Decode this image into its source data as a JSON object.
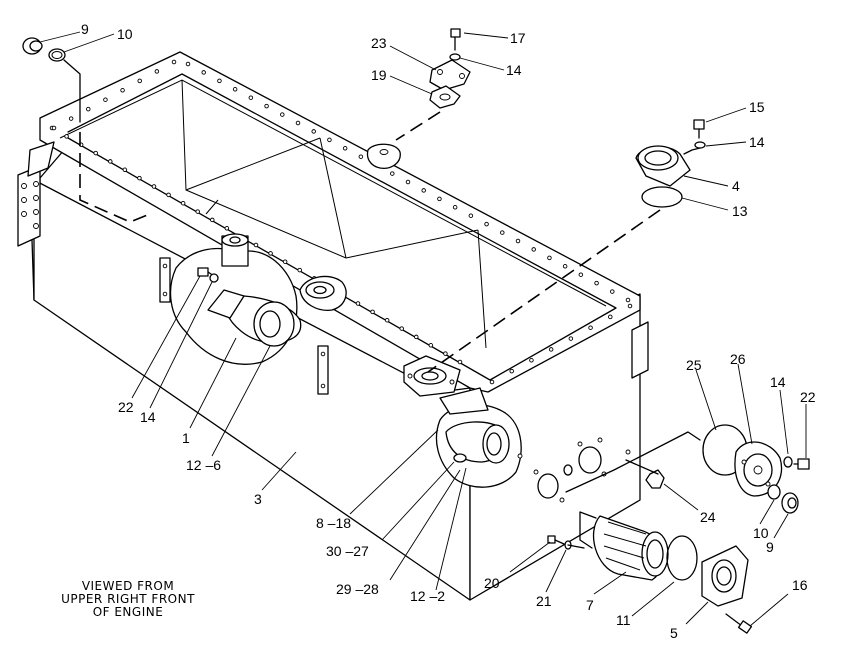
{
  "view_caption": [
    "VIEWED FROM",
    "UPPER RIGHT FRONT",
    "OF ENGINE"
  ],
  "callouts": [
    "9",
    "10",
    "23",
    "17",
    "14",
    "19",
    "15",
    "14",
    "4",
    "13",
    "22",
    "14",
    "1",
    "12 –6",
    "3",
    "8 –18",
    "30 –27",
    "29 –28",
    "12 –2",
    "25",
    "26",
    "14",
    "22",
    "24",
    "10",
    "9",
    "20",
    "21",
    "7",
    "11",
    "5",
    "16"
  ]
}
